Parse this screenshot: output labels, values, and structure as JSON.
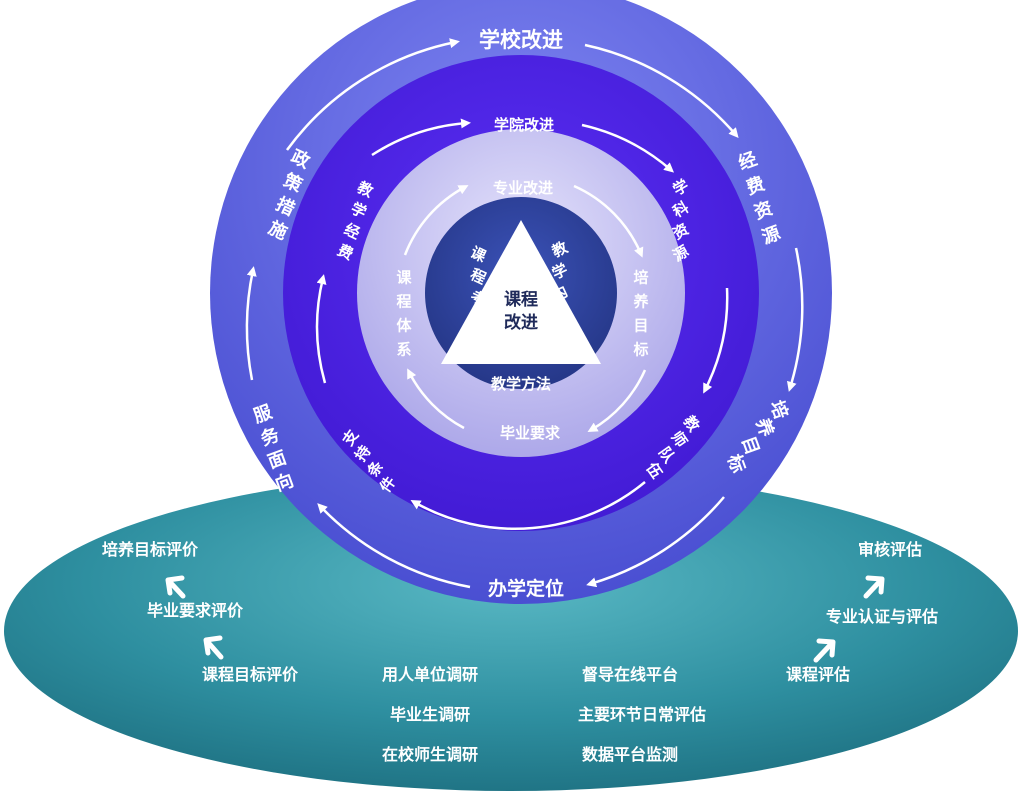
{
  "outer_ring": {
    "top": "学校改进",
    "right_upper": "经费资源",
    "right_lower": "培养目标",
    "bottom": "办学定位",
    "left_lower": "服务面向",
    "left_upper": "政策措施"
  },
  "middle_ring": {
    "top": "学院改进",
    "right_upper": "学科资源",
    "right_lower": "教师队伍",
    "left_lower": "支持条件",
    "left_upper": "教学经费"
  },
  "inner_ring": {
    "top": "专业改进",
    "right": "培养目标",
    "bottom": "毕业要求",
    "left": "课程体系"
  },
  "triangle": {
    "center": "课程改进",
    "left": "课程考核",
    "right": "教学内容",
    "bottom": "教学方法"
  },
  "ellipse": {
    "left_chain": [
      "课程目标评价",
      "毕业要求评价",
      "培养目标评价"
    ],
    "center_left": [
      "用人单位调研",
      "毕业生调研",
      "在校师生调研"
    ],
    "center_right": [
      "督导在线平台",
      "主要环节日常评估",
      "数据平台监测"
    ],
    "right_chain": [
      "课程评估",
      "专业认证与评估",
      "审核评估"
    ]
  },
  "colors": {
    "ellipse": "#2e8fa0",
    "outer_ring": "#5a5fe0",
    "middle_ring": "#4a1fe8",
    "inner_ring": "#b8b4ee",
    "core": "#2e3f9a",
    "triangle": "#ffffff"
  }
}
